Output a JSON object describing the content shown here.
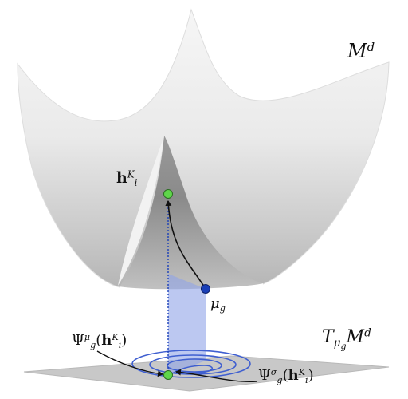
{
  "labels": {
    "manifold": {
      "base": "M",
      "sup": "d"
    },
    "point_hk": {
      "base": "h",
      "sub": "i",
      "sup": "K"
    },
    "point_mu": {
      "base": "μ",
      "sub": "g"
    },
    "tangent_space": {
      "base": "T",
      "sub_base": "μ",
      "sub_sub": "g",
      "mid": "M",
      "sup": "d"
    },
    "psi_mu": {
      "psi": "Ψ",
      "sub": "g",
      "sup": "μ",
      "open": "(",
      "arg": "h",
      "arg_sub": "i",
      "arg_sup": "K",
      "close": ")"
    },
    "psi_sigma": {
      "psi": "Ψ",
      "sub": "g",
      "sup": "σ",
      "open": "(",
      "arg": "h",
      "arg_sub": "i",
      "arg_sup": "K",
      "close": ")"
    }
  },
  "colors": {
    "point_fill": "#5fd64a",
    "mean_fill": "#1a3fb8",
    "projection_fill": "#8fa3e8",
    "contour_stroke": "#3f5fd0",
    "plane_fill": "#c8c8c8"
  }
}
